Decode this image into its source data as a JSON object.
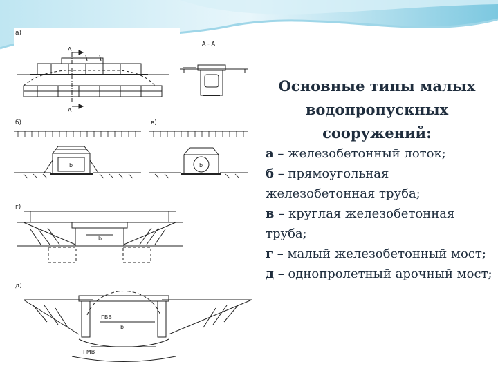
{
  "title": "Основные типы малых водопропускных сооружений:",
  "items": [
    {
      "letter": "а",
      "text": " – железобетонный лоток;"
    },
    {
      "letter": "б",
      "text": " – прямоугольная железобетонная труба;"
    },
    {
      "letter": "в",
      "text": " – круглая железобетонная труба;"
    },
    {
      "letter": "г",
      "text": " – малый железобетонный мост;"
    },
    {
      "letter": "д",
      "text": " – однопролетный арочный мост;"
    }
  ],
  "figure_labels": {
    "a": "а)",
    "b": "б)",
    "v": "в)",
    "g": "г)",
    "d": "д)",
    "section_mark": "А",
    "section_title": "А - А",
    "dim_b": "b",
    "gvv": "ГВВ",
    "gmv": "ГМВ"
  },
  "colors": {
    "accent": "#5fb8d6",
    "text": "#1f2d3d",
    "line": "#222222"
  }
}
